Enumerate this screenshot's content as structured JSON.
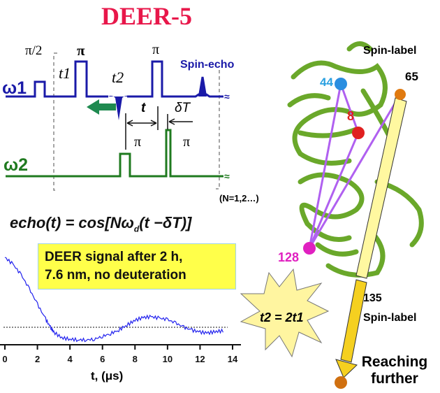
{
  "title": "DEER-5",
  "pulse_diagram": {
    "channel1_label": "ω1",
    "channel2_label": "ω2",
    "pulse_pi_half": "π/2",
    "pulse_pi_bold": "π",
    "pulse_pi_1": "π",
    "pulse_pi_2": "π",
    "pulse_pi_3": "π",
    "t1": "t1",
    "t2": "t2",
    "t": "t",
    "deltaT": "δT",
    "spin_echo": "Spin-echo",
    "n_note": "(N=1,2…)",
    "colors": {
      "channel1": "#1a1aa8",
      "channel2": "#1f7a1f",
      "arrow": "#1f8a50"
    }
  },
  "formula": {
    "lhs": "echo(t) = cos[Nω",
    "sub": "d",
    "rhs": "(t −δT)]"
  },
  "note": {
    "line1": "DEER signal after 2 h,",
    "line2": "7.6 nm, no deuteration"
  },
  "starburst": {
    "text": "t2 = 2t1"
  },
  "protein": {
    "labels": {
      "r44": "44",
      "r65": "65",
      "r8": "8",
      "r128": "128",
      "r135": "135"
    },
    "spin_label_top": "Spin-label",
    "spin_label_bottom": "Spin-label",
    "reaching": "Reaching further",
    "colors": {
      "r44": "#2aa0e0",
      "r8": "#e02020",
      "r128": "#e020c0",
      "r65": "#e07a10",
      "protein": "#6aa82a"
    }
  },
  "chart_data": {
    "type": "line",
    "title": "",
    "xlabel": "t, (μs)",
    "ylabel": "",
    "xlim": [
      0,
      14
    ],
    "ylim": [
      -0.3,
      1.1
    ],
    "xticks": [
      "0",
      "2",
      "4",
      "6",
      "8",
      "10",
      "12",
      "14"
    ],
    "baseline": 0,
    "series": [
      {
        "name": "DEER signal",
        "x": [
          0,
          0.5,
          1,
          1.5,
          2,
          2.5,
          2.8,
          3,
          3.5,
          4,
          4.5,
          5,
          5.5,
          6,
          6.5,
          7,
          7.5,
          8,
          8.5,
          9,
          9.5,
          10,
          10.5,
          11,
          11.5,
          12,
          12.5,
          13,
          13.5
        ],
        "y": [
          1.0,
          0.9,
          0.75,
          0.55,
          0.33,
          0.12,
          0.0,
          -0.07,
          -0.15,
          -0.17,
          -0.18,
          -0.18,
          -0.17,
          -0.13,
          -0.09,
          -0.04,
          0.03,
          0.1,
          0.14,
          0.15,
          0.13,
          0.11,
          0.06,
          0.0,
          -0.04,
          -0.07,
          -0.08,
          -0.06,
          -0.05
        ]
      }
    ]
  }
}
